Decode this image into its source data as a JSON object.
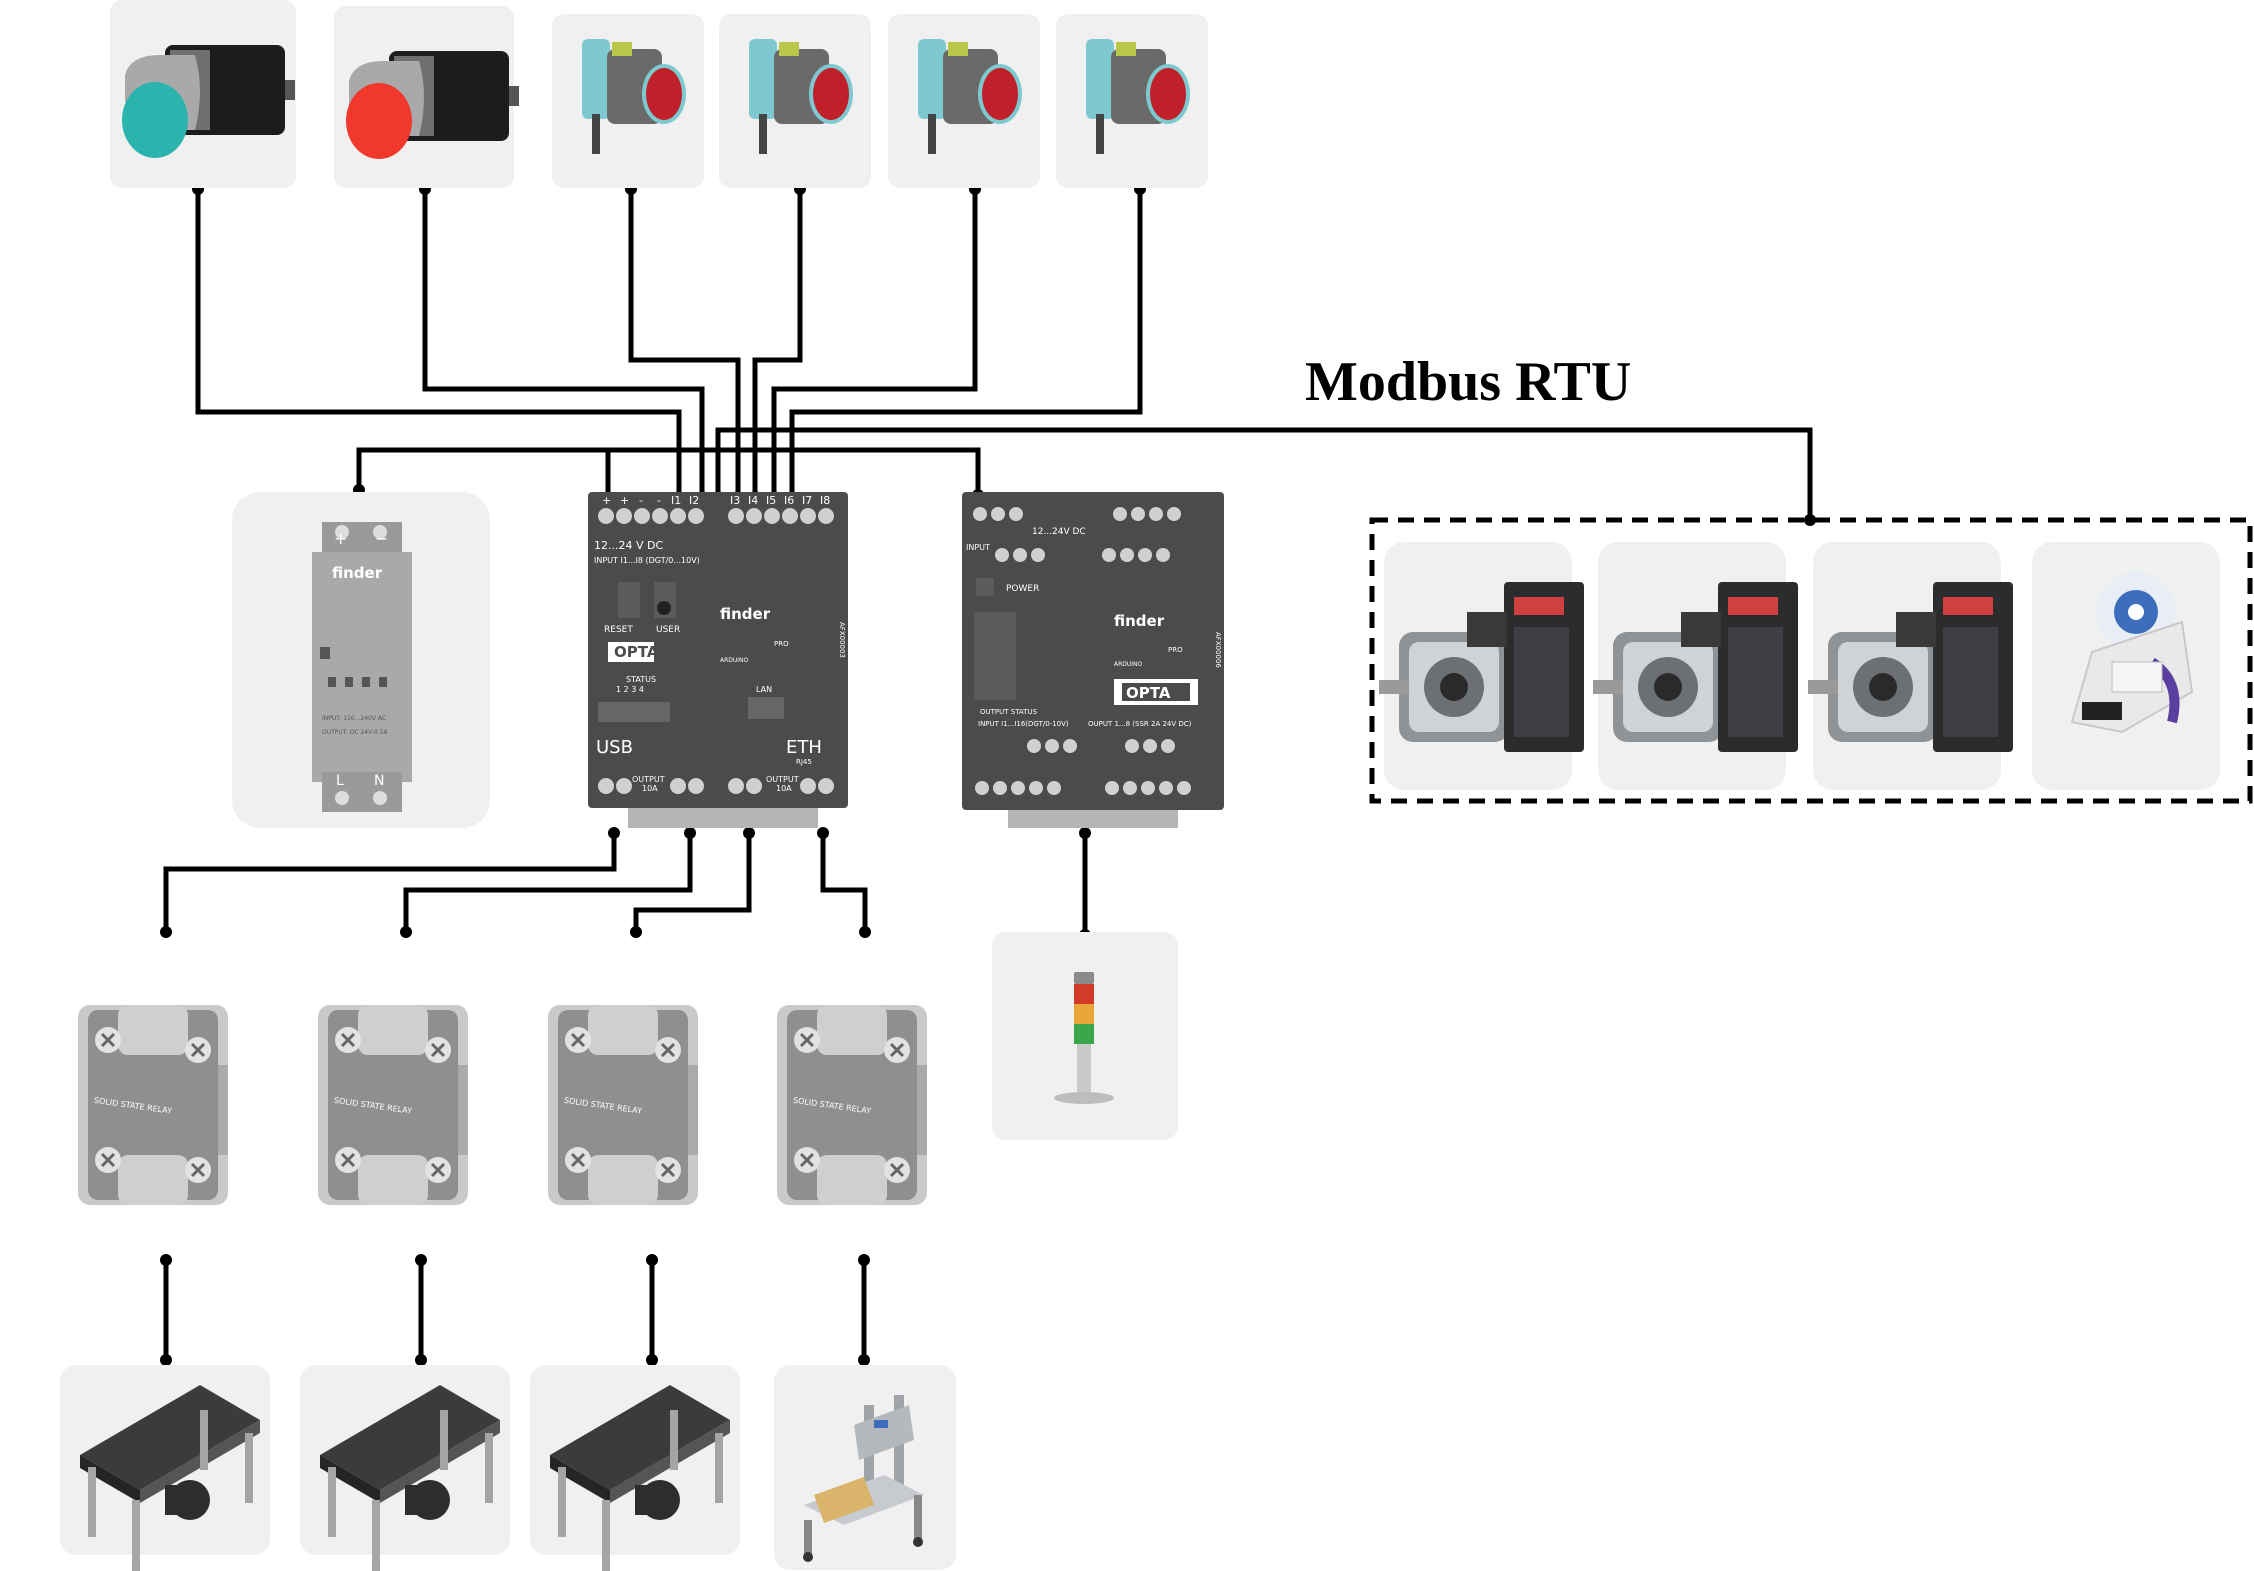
{
  "title": "Modbus RTU",
  "controller": {
    "terminals_top": [
      "+",
      "+",
      "-",
      "-",
      "I1",
      "I2",
      "I3",
      "I4",
      "I5",
      "I6",
      "I7",
      "I8"
    ],
    "supply": "12...24 V DC",
    "input_range": "INPUT I1...I8 (DGT/0...10V)",
    "reset": "RESET",
    "user": "USER",
    "brand": "finder",
    "model": "OPTA",
    "arduino": "ARDUINO",
    "pro": "PRO",
    "status": "STATUS",
    "status_nums": "1   2   3   4",
    "lan": "LAN",
    "usb": "USB",
    "eth": "ETH",
    "rj45": "RJ45",
    "output": "OUTPUT",
    "output_rating": "10A",
    "side_code": "AFX00003"
  },
  "expansion": {
    "supply": "12...24V DC",
    "input": "INPUT",
    "power": "POWER",
    "brand": "finder",
    "model": "OPTA",
    "arduino": "ARDUINO",
    "pro": "PRO",
    "output_status": "OUTPUT STATUS",
    "input_range": "INPUT I1...I16(DGT/0-10V)",
    "output_range": "OUPUT 1...8 (SSR 2A 24V DC)",
    "side_code": "AFX00006"
  },
  "power_supply": {
    "brand": "finder",
    "input": "INPUT: 110...240V AC",
    "output": "OUTPUT: DC 24V-0.5A",
    "l": "L",
    "n": "N"
  },
  "relay_label": "SOLID STATE RELAY",
  "colors": {
    "start_button": "#2bb3ad",
    "stop_button": "#f0392c",
    "sensor_body": "#7ec9cf",
    "sensor_lens": "#c0202a",
    "plc_body": "#4a4c4a",
    "tile": "#f0f0f0"
  },
  "icons": {
    "start": "start-pushbutton-icon",
    "stop": "stop-pushbutton-icon",
    "sensor": "photoelectric-sensor-icon",
    "psu": "din-rail-power-supply-icon",
    "plc": "plc-controller-icon",
    "expansion": "plc-expansion-module-icon",
    "servo": "servo-motor-drive-icon",
    "labeler": "label-applicator-icon",
    "relay": "solid-state-relay-icon",
    "tower": "signal-tower-light-icon",
    "conveyor": "conveyor-icon",
    "sealer": "carton-sealer-icon"
  }
}
